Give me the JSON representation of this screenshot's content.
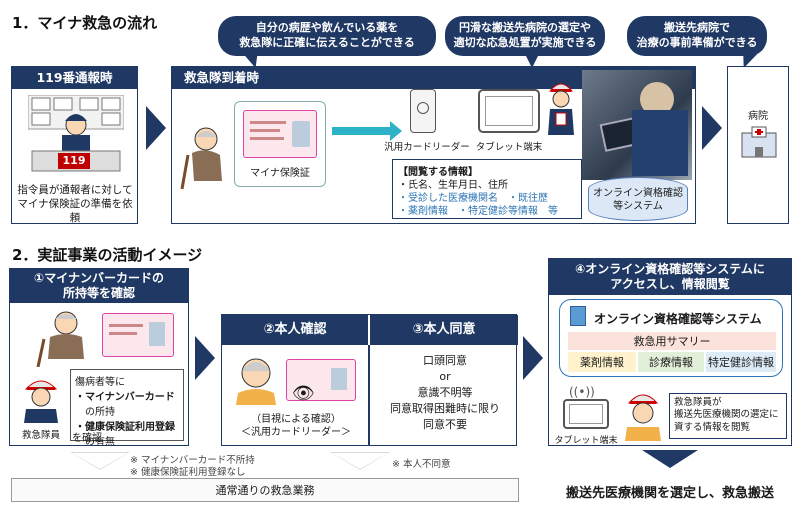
{
  "section1": {
    "title": "1．マイナ救急の流れ",
    "bubbles": [
      "自分の病歴や飲んでいる薬を\n救急隊に正確に伝えることができる",
      "円滑な搬送先病院の選定や\n適切な応急処置が実施できる",
      "搬送先病院で\n治療の事前準備ができる"
    ],
    "call_panel": {
      "header": "119番通報時",
      "sign": "119",
      "caption": "指令員が通報者に対して\nマイナ保険証の準備を依頼"
    },
    "arrival_panel": {
      "header": "救急隊到着時",
      "card_label": "マイナ保険証",
      "reader_label": "汎用カードリーダー",
      "tablet_label": "タブレット端末",
      "info_title": "【閲覧する情報】",
      "info_line1": "・氏名、生年月日、住所",
      "info_line2": "・受診した医療機関名　・既往歴",
      "info_line3": "・薬剤情報　・特定健診等情報　等",
      "db_label": "オンライン資格確認\n等システム"
    },
    "hospital_label": "病院"
  },
  "section2": {
    "title": "2．実証事業の活動イメージ",
    "step1": {
      "header": "①マイナンバーカードの\n所持等を確認",
      "person_label": "救急隊員",
      "text_intro": "傷病者等に",
      "text_item1": "・マイナンバーカード",
      "text_item1b": "の所持",
      "text_item2": "・健康保険証利用登録",
      "text_item2b": "の有無",
      "text_end": "を確認"
    },
    "step2": {
      "header": "②本人確認",
      "caption": "（目視による確認）\n＜汎用カードリーダー＞"
    },
    "step3": {
      "header": "③本人同意",
      "line1": "口頭同意",
      "line2": "or",
      "line3": "意識不明等",
      "line4": "同意取得困難時に限り",
      "line5": "同意不要"
    },
    "step4": {
      "header": "④オンライン資格確認等システムに\nアクセスし、情報閲覧",
      "system_title": "オンライン資格確認等システム",
      "summary": "救急用サマリー",
      "col1": "薬剤情報",
      "col2": "診療情報",
      "col3": "特定健診情報",
      "tablet_label": "タブレット端末",
      "note": "救急隊員が\n搬送先医療機関の選定に\n資する情報を閲覧"
    },
    "note_left1": "※ マイナンバーカード不所持",
    "note_left2": "※ 健康保険証利用登録なし",
    "note_mid": "※ 本人不同意",
    "normal_ops": "通常通りの救急業務",
    "final": "搬送先医療機関を選定し、救急搬送"
  },
  "colors": {
    "navy": "#1f3864",
    "accent_blue": "#2e75b6",
    "summary_pink": "#fbe3dc",
    "drug_yellow": "#fff2cc",
    "clinic_green": "#e2efd9",
    "checkup_blue": "#ddebf7"
  }
}
